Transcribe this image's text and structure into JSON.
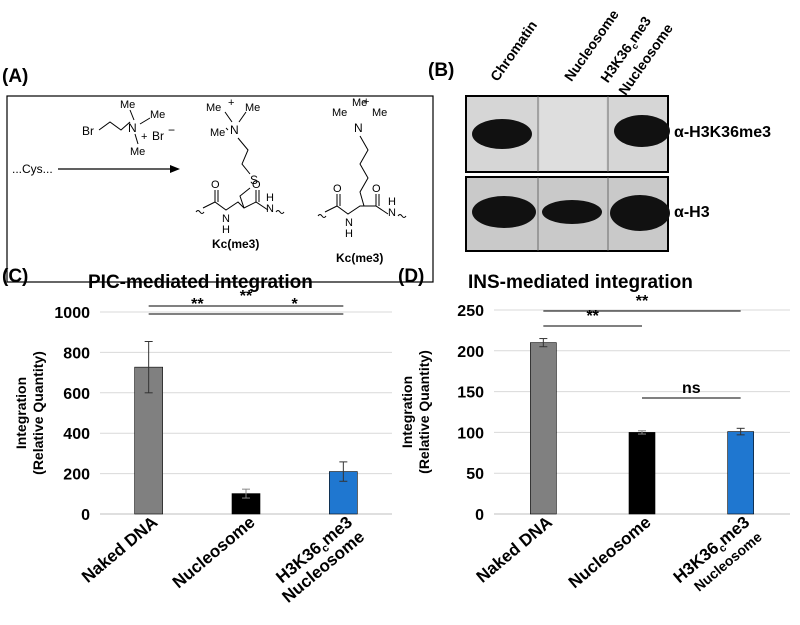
{
  "panels": {
    "a": "(A)",
    "b": "(B)",
    "c": "(C)",
    "d": "(D)"
  },
  "scheme": {
    "cys": "...Cys...",
    "reagent_br1": "Br",
    "reagent_br2": "Br",
    "reagent_minus": "−",
    "reagent_plus": "+",
    "me": "Me",
    "n": "N",
    "s": "S",
    "nh": "N",
    "h": "H",
    "o": "O",
    "product1_label": "Kc(me3)",
    "product2_label": "Kc(me3)"
  },
  "blot": {
    "lanes": [
      "Chromatin",
      "Nucleosome",
      "H3K36cme3 Nucleosome"
    ],
    "lane3_line1": "H3K36",
    "lane3_sub": "c",
    "lane3_after": "me3",
    "lane3_line2": "Nucleosome",
    "antibody1": "α-H3K36me3",
    "antibody2": "α-H3"
  },
  "chart_data": [
    {
      "type": "bar",
      "title": "PIC-mediated integration",
      "ylabel": "Integration (Relative Quantity)",
      "ylabel_line1": "Integration",
      "ylabel_line2": "(Relative Quantity)",
      "categories": [
        "Naked DNA",
        "Nucleosome",
        "H3K36cme3 Nucleosome"
      ],
      "values": [
        727,
        101,
        210
      ],
      "errors": [
        127,
        22,
        48
      ],
      "colors": [
        "#808080",
        "#000000",
        "#1f77d0"
      ],
      "ylim": [
        0,
        1000
      ],
      "yticks": [
        0,
        200,
        400,
        600,
        800,
        1000
      ],
      "grid": true,
      "significance": [
        {
          "from": 0,
          "to": 1,
          "label": "**"
        },
        {
          "from": 0,
          "to": 2,
          "label": "**"
        },
        {
          "from": 1,
          "to": 2,
          "label": "*"
        }
      ]
    },
    {
      "type": "bar",
      "title": "INS-mediated integration",
      "ylabel": "Integration (Relative Quantity)",
      "ylabel_line1": "Integration",
      "ylabel_line2": "(Relative Quantity)",
      "categories": [
        "Naked DNA",
        "Nucleosome",
        "H3K36cme3 Nucleosome"
      ],
      "values": [
        210,
        100,
        101
      ],
      "errors": [
        5,
        2,
        4
      ],
      "colors": [
        "#808080",
        "#000000",
        "#1f77d0"
      ],
      "ylim": [
        0,
        250
      ],
      "yticks": [
        0,
        50,
        100,
        150,
        200,
        250
      ],
      "grid": true,
      "significance": [
        {
          "from": 0,
          "to": 1,
          "label": "**"
        },
        {
          "from": 0,
          "to": 2,
          "label": "**"
        },
        {
          "from": 1,
          "to": 2,
          "label": "ns"
        }
      ]
    }
  ]
}
